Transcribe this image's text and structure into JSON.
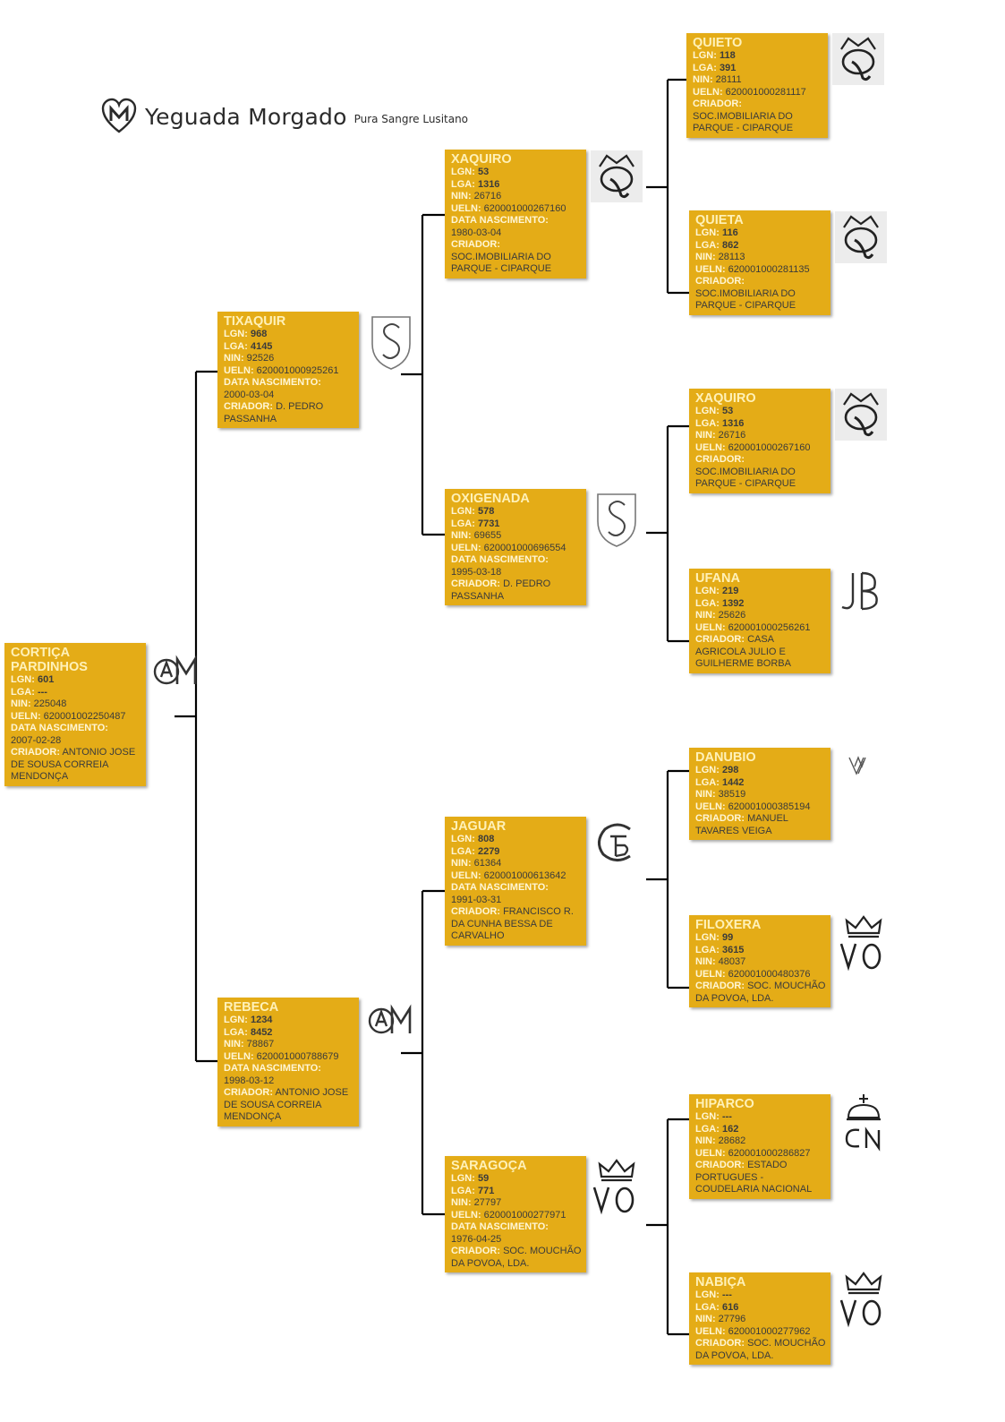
{
  "header": {
    "brand": "Yeguada Morgado",
    "tagline": "Pura Sangre Lusitano"
  },
  "labels": {
    "lgn": "LGN:",
    "lga": "LGA:",
    "nin": "NIN:",
    "ueln": "UELN:",
    "birth": "DATA NASCIMENTO:",
    "breeder": "CRIADOR:"
  },
  "colors": {
    "box": "#e4ac17",
    "line": "#000000"
  },
  "horses": [
    {
      "id": "root",
      "name": "CORTIÇA PARDINHOS",
      "lgn": "601",
      "lga": "---",
      "nin": "225048",
      "ueln": "620001002250487",
      "birth": "2007-02-28",
      "breeder": "ANTONIO JOSE DE SOUSA CORREIA MENDONÇA",
      "brand_icon": "am-monogram-icon"
    },
    {
      "id": "sire",
      "name": "TIXAQUIR",
      "lgn": "968",
      "lga": "4145",
      "nin": "92526",
      "ueln": "620001000925261",
      "birth": "2000-03-04",
      "breeder": "D. PEDRO PASSANHA",
      "brand_icon": "s-shield-icon"
    },
    {
      "id": "dam",
      "name": "REBECA",
      "lgn": "1234",
      "lga": "8452",
      "nin": "78867",
      "ueln": "620001000788679",
      "birth": "1998-03-12",
      "breeder": "ANTONIO JOSE DE SOUSA CORREIA MENDONÇA",
      "brand_icon": "am-monogram-icon"
    },
    {
      "id": "ss",
      "name": "XAQUIRO",
      "lgn": "53",
      "lga": "1316",
      "nin": "26716",
      "ueln": "620001000267160",
      "birth": "1980-03-04",
      "breeder": "SOC.IMOBILIARIA DO PARQUE - CIPARQUE",
      "brand_icon": "q-crown-icon"
    },
    {
      "id": "sd",
      "name": "OXIGENADA",
      "lgn": "578",
      "lga": "7731",
      "nin": "69655",
      "ueln": "620001000696554",
      "birth": "1995-03-18",
      "breeder": "D. PEDRO PASSANHA",
      "brand_icon": "s-shield-icon"
    },
    {
      "id": "ds",
      "name": "JAGUAR",
      "lgn": "808",
      "lga": "2279",
      "nin": "61364",
      "ueln": "620001000613642",
      "birth": "1991-03-31",
      "breeder": "FRANCISCO R. DA CUNHA BESSA DE CARVALHO",
      "brand_icon": "fb-monogram-icon"
    },
    {
      "id": "dd",
      "name": "SARAGOÇA",
      "lgn": "59",
      "lga": "771",
      "nin": "27797",
      "ueln": "620001000277971",
      "birth": "1976-04-25",
      "breeder": "SOC. MOUCHÃO DA POVOA, LDA.",
      "brand_icon": "vo-crown-icon"
    },
    {
      "id": "sss",
      "name": "QUIETO",
      "lgn": "118",
      "lga": "391",
      "nin": "28111",
      "ueln": "620001000281117",
      "breeder": "SOC.IMOBILIARIA DO PARQUE - CIPARQUE",
      "brand_icon": "q-crown-icon"
    },
    {
      "id": "ssd",
      "name": "QUIETA",
      "lgn": "116",
      "lga": "862",
      "nin": "28113",
      "ueln": "620001000281135",
      "breeder": "SOC.IMOBILIARIA DO PARQUE - CIPARQUE",
      "brand_icon": "q-crown-icon"
    },
    {
      "id": "sds",
      "name": "XAQUIRO",
      "lgn": "53",
      "lga": "1316",
      "nin": "26716",
      "ueln": "620001000267160",
      "breeder": "SOC.IMOBILIARIA DO PARQUE - CIPARQUE",
      "brand_icon": "q-crown-icon"
    },
    {
      "id": "sdd",
      "name": "UFANA",
      "lgn": "219",
      "lga": "1392",
      "nin": "25626",
      "ueln": "620001000256261",
      "breeder": "CASA AGRICOLA JULIO E GUILHERME BORBA",
      "brand_icon": "jb-monogram-icon"
    },
    {
      "id": "dss",
      "name": "DANUBIO",
      "lgn": "298",
      "lga": "1442",
      "nin": "38519",
      "ueln": "620001000385194",
      "breeder": "MANUEL TAVARES VEIGA",
      "brand_icon": "vm-monogram-icon"
    },
    {
      "id": "dsd",
      "name": "FILOXERA",
      "lgn": "99",
      "lga": "3615",
      "nin": "48037",
      "ueln": "620001000480376",
      "breeder": "SOC. MOUCHÃO DA POVOA, LDA.",
      "brand_icon": "vo-crown-icon"
    },
    {
      "id": "dds",
      "name": "HIPARCO",
      "lgn": "---",
      "lga": "162",
      "nin": "28682",
      "ueln": "620001000286827",
      "breeder": "ESTADO PORTUGUES - COUDELARIA NACIONAL",
      "brand_icon": "cn-crown-icon"
    },
    {
      "id": "ddd",
      "name": "NABIÇA",
      "lgn": "---",
      "lga": "616",
      "nin": "27796",
      "ueln": "620001000277962",
      "breeder": "SOC. MOUCHÃO DA POVOA, LDA.",
      "brand_icon": "vo-crown-icon"
    }
  ]
}
